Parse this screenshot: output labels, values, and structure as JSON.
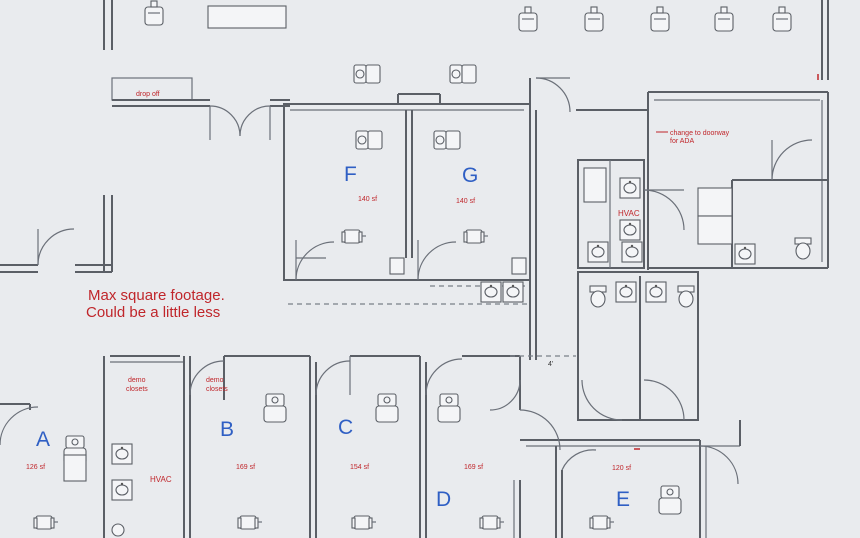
{
  "rooms": [
    {
      "letter": "A",
      "area": "126 sf"
    },
    {
      "letter": "B",
      "area": "169 sf"
    },
    {
      "letter": "C",
      "area": "154 sf"
    },
    {
      "letter": "D",
      "area": "169 sf"
    },
    {
      "letter": "E",
      "area": "120 sf"
    },
    {
      "letter": "F",
      "area": "140 sf"
    },
    {
      "letter": "G",
      "area": "140 sf"
    }
  ],
  "labels": {
    "drop_off": "drop off",
    "demo_closets": "demo closets",
    "hvac": "HVAC",
    "ada_note": "change to doorway for ADA",
    "dimension": "4'"
  },
  "handwritten_note": [
    "Max square footage.",
    "Could be a little less"
  ],
  "colors": {
    "letters": "#2f5fc4",
    "annotations": "#c0262b",
    "walls": "#5b5f66",
    "background": "#e9ebee"
  }
}
